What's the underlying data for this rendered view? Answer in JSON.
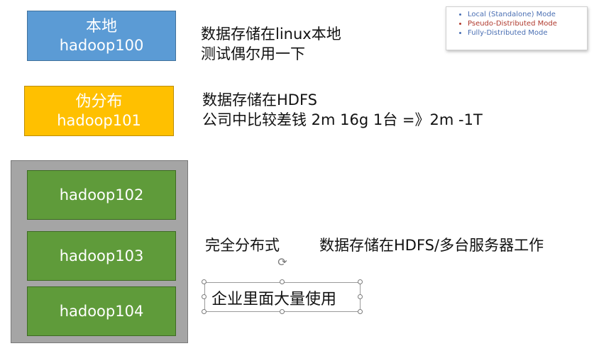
{
  "boxes": {
    "local": {
      "title": "本地",
      "host": "hadoop100"
    },
    "pseudo": {
      "title": "伪分布",
      "host": "hadoop101"
    },
    "cluster": [
      "hadoop102",
      "hadoop103",
      "hadoop104"
    ]
  },
  "descriptions": {
    "local_line1": "数据存储在linux本地",
    "local_line2": "测试偶尔用一下",
    "pseudo_line1": "数据存储在HDFS",
    "pseudo_line2": "公司中比较差钱   2m  16g 1台 =》2m -1T",
    "full_title": "完全分布式",
    "full_desc": "数据存储在HDFS/多台服务器工作",
    "full_usage": "企业里面大量使用"
  },
  "legend": {
    "items": [
      {
        "label": "Local (Standalone) Mode",
        "color": "#4a6fb3"
      },
      {
        "label": "Pseudo-Distributed Mode",
        "color": "#b03a2e"
      },
      {
        "label": "Fully-Distributed Mode",
        "color": "#4a6fb3"
      }
    ]
  },
  "colors": {
    "blue": "#5b9bd5",
    "orange": "#ffc000",
    "green": "#5f9b3a",
    "gray": "#a5a5a5"
  }
}
